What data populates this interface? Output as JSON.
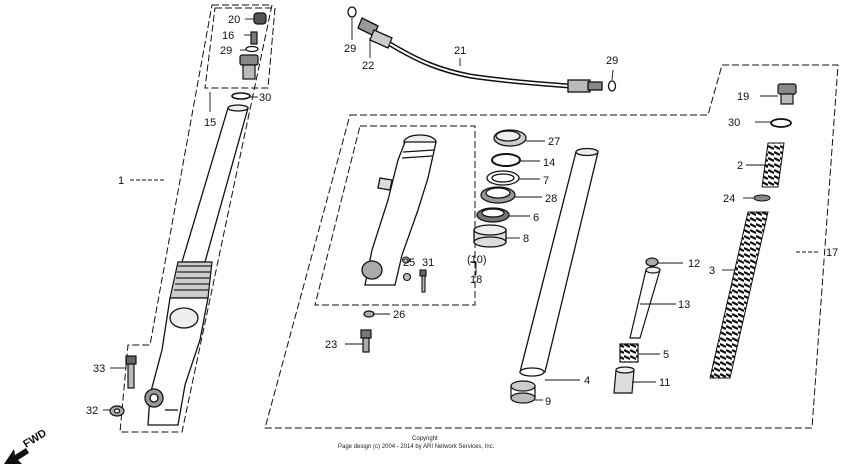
{
  "callouts": {
    "c20": "20",
    "c16": "16",
    "c29a": "29",
    "c30a": "30",
    "c15": "15",
    "c1": "1",
    "c33": "33",
    "c32": "32",
    "c29b": "29",
    "c22": "22",
    "c21": "21",
    "c29c": "29",
    "c27": "27",
    "c14": "14",
    "c7": "7",
    "c28": "28",
    "c6": "6",
    "c8": "8",
    "c25": "25",
    "c31": "31",
    "c10": "(10)",
    "c18": "18",
    "c26": "26",
    "c23": "23",
    "c4": "4",
    "c9": "9",
    "c12": "12",
    "c13": "13",
    "c5": "5",
    "c11": "11",
    "c19": "19",
    "c30b": "30",
    "c2": "2",
    "c24": "24",
    "c3": "3",
    "c17": "17"
  },
  "copyright": {
    "line1": "Copyright",
    "line2": "Page design (c) 2004 - 2014 by ARI Network Services, Inc."
  },
  "fwd_label": "FWD"
}
